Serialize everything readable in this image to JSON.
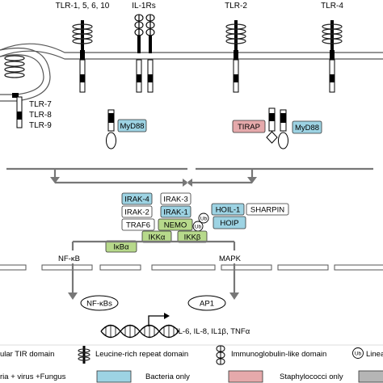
{
  "receptors": {
    "tlr_1_5_6_10": "TLR-1, 5, 6, 10",
    "il_1rs": "IL-1Rs",
    "tlr_2": "TLR-2",
    "tlr_4": "TLR-4",
    "tlr_7": "TLR-7",
    "tlr_8": "TLR-8",
    "tlr_9": "TLR-9"
  },
  "adaptors": {
    "myd88_left": "MyD88",
    "tirap": "TIRAP",
    "myd88_right": "MyD88"
  },
  "complex": {
    "irak4": "IRAK-4",
    "irak3": "IRAK-3",
    "irak2": "IRAK-2",
    "irak1": "IRAK-1",
    "traf6": "TRAF6",
    "nemo": "NEMO",
    "ikka": "IKKα",
    "ikkb": "IKKβ",
    "ikba": "IκBα",
    "hoil1": "HOIL-1",
    "sharpin": "SHARPIN",
    "hoip": "HOIP",
    "ub1": "Ub",
    "ub2": "Ub"
  },
  "pathway": {
    "nfkb": "NF-κB",
    "mapk": "MAPK",
    "nfkbs": "NF-κBs",
    "ap1": "AP1",
    "cytokines": "IL-6, IL-8, IL1β, TNFα"
  },
  "legend": {
    "tir": "ular TIR domain",
    "lrr": "Leucine-rich repeat domain",
    "ig": "Immunoglobulin-like domain",
    "ub_symbol": "Ub",
    "linear": "Linea",
    "row2_left": "ria + virus +Fungus",
    "bacteria_only": "Bacteria only",
    "staph_only": "Staphylococci only"
  },
  "colors": {
    "blue": "#9dd3e3",
    "green": "#b7d98b",
    "pink": "#e5a9ab",
    "gray": "#b5b5b5",
    "white": "#ffffff",
    "membrane": "#6b6b6b"
  }
}
